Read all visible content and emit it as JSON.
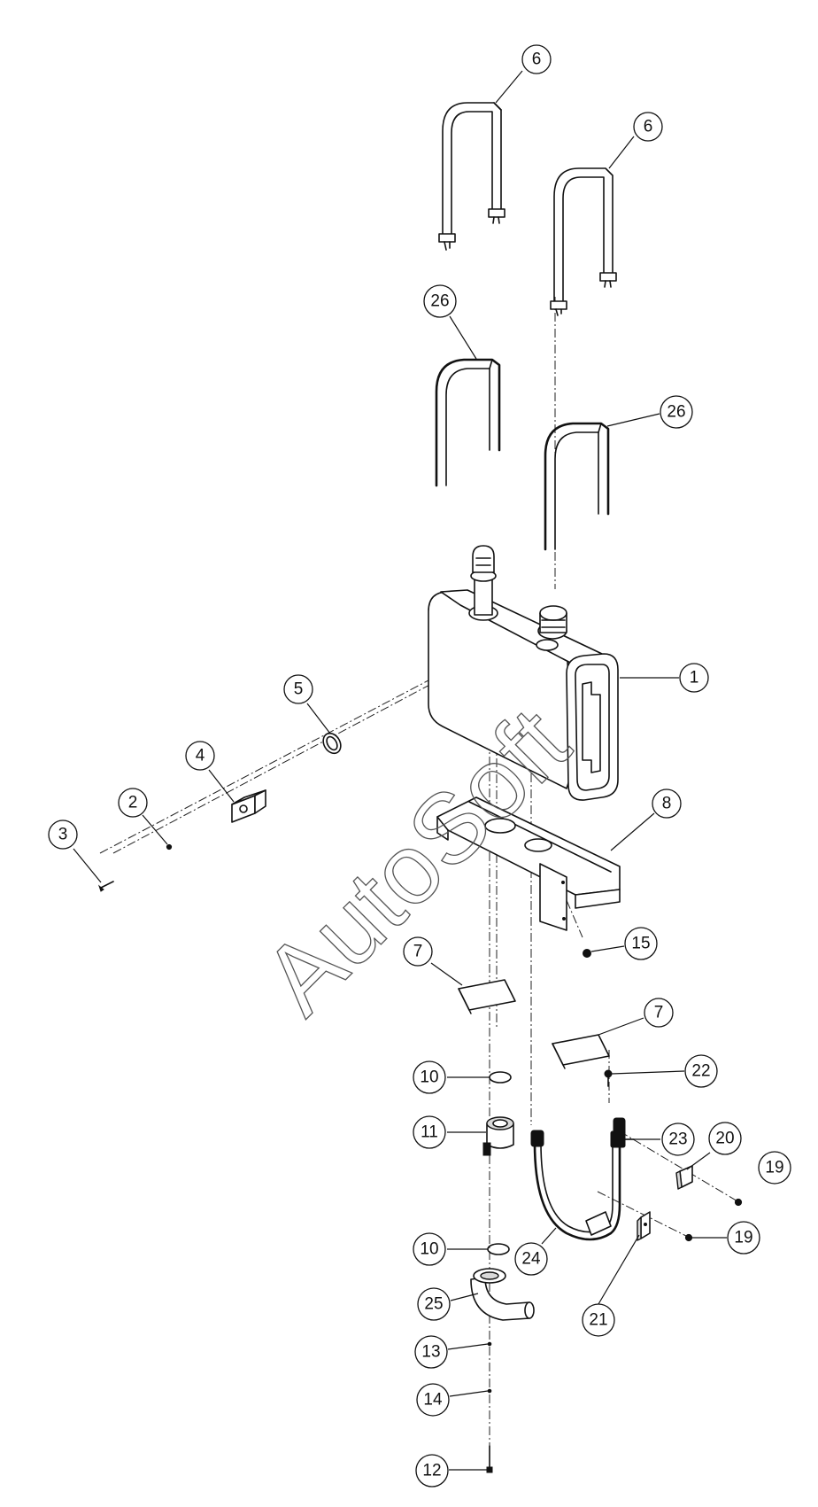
{
  "watermark": "AutoSoft",
  "callouts": [
    {
      "id": "c6a",
      "label": "6"
    },
    {
      "id": "c6b",
      "label": "6"
    },
    {
      "id": "c26a",
      "label": "26"
    },
    {
      "id": "c26b",
      "label": "26"
    },
    {
      "id": "c1",
      "label": "1"
    },
    {
      "id": "c5",
      "label": "5"
    },
    {
      "id": "c4",
      "label": "4"
    },
    {
      "id": "c2",
      "label": "2"
    },
    {
      "id": "c3",
      "label": "3"
    },
    {
      "id": "c8",
      "label": "8"
    },
    {
      "id": "c15",
      "label": "15"
    },
    {
      "id": "c7a",
      "label": "7"
    },
    {
      "id": "c7b",
      "label": "7"
    },
    {
      "id": "c10a",
      "label": "10"
    },
    {
      "id": "c22",
      "label": "22"
    },
    {
      "id": "c11",
      "label": "11"
    },
    {
      "id": "c23",
      "label": "23"
    },
    {
      "id": "c20",
      "label": "20"
    },
    {
      "id": "c19a",
      "label": "19"
    },
    {
      "id": "c10b",
      "label": "10"
    },
    {
      "id": "c24",
      "label": "24"
    },
    {
      "id": "c19b",
      "label": "19"
    },
    {
      "id": "c25",
      "label": "25"
    },
    {
      "id": "c21",
      "label": "21"
    },
    {
      "id": "c13",
      "label": "13"
    },
    {
      "id": "c14",
      "label": "14"
    },
    {
      "id": "c12",
      "label": "12"
    }
  ]
}
